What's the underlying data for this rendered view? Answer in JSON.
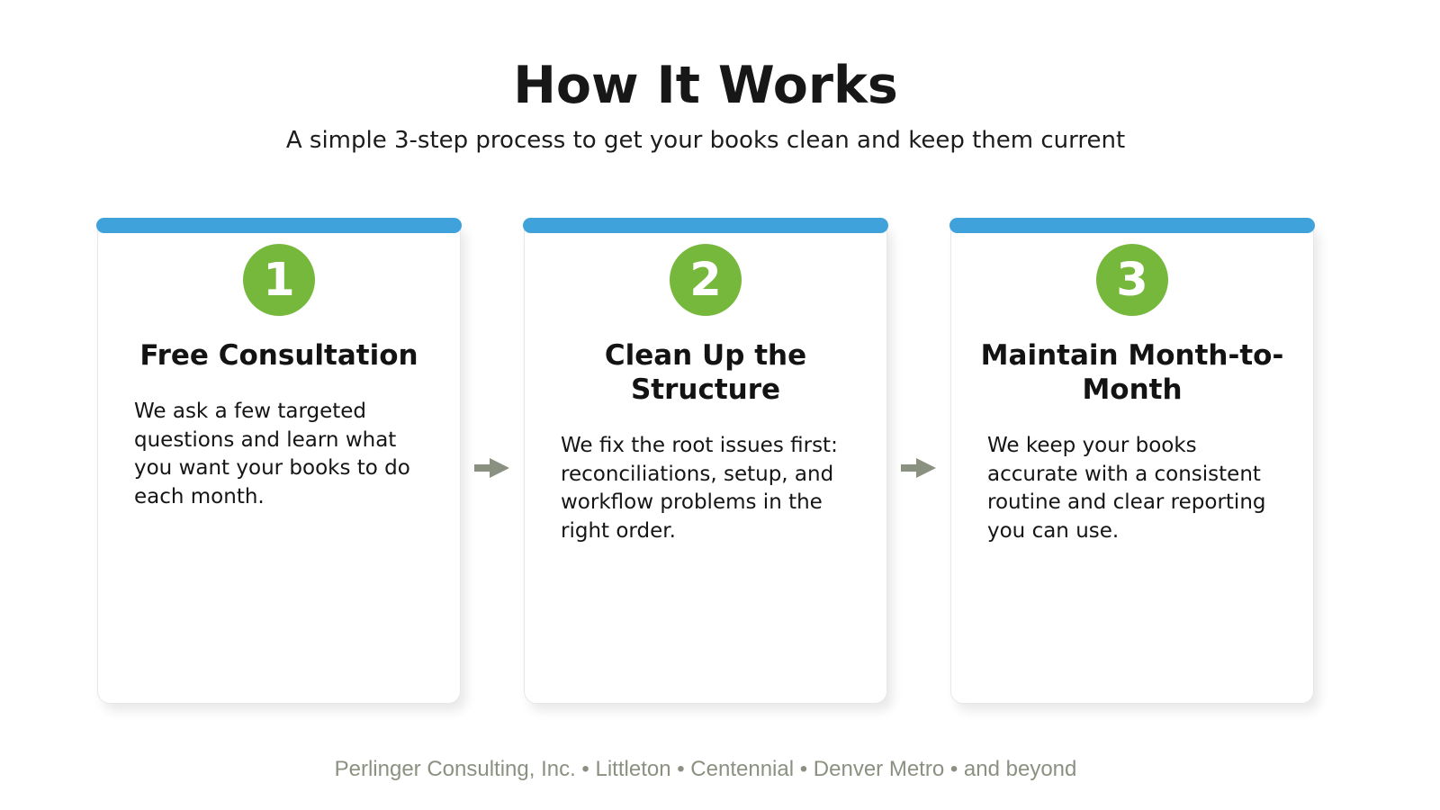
{
  "header": {
    "title": "How It Works",
    "subtitle": "A simple 3-step process to get your books clean and keep them current"
  },
  "steps": [
    {
      "number": "1",
      "title": "Free Consultation",
      "description": "We ask a few targeted questions and learn what you want your books to do each month."
    },
    {
      "number": "2",
      "title": "Clean Up the Structure",
      "description": "We fix the root issues first: reconciliations, setup, and workflow problems in the right order."
    },
    {
      "number": "3",
      "title": "Maintain Month-to-Month",
      "description": "We keep your books accurate with a consistent routine and clear reporting you can use."
    }
  ],
  "footer": {
    "text": "Perlinger Consulting, Inc. • Littleton • Centennial • Denver Metro • and beyond"
  },
  "colors": {
    "accent_blue": "#3FA2DB",
    "accent_green": "#76B83C",
    "muted_gray": "#8B9181"
  }
}
